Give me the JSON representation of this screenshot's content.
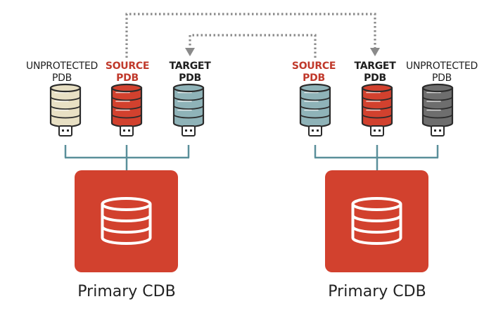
{
  "colors": {
    "connector": "#5a8f9a",
    "arrow": "#8a8a8a",
    "cdb": "#d2412e",
    "source_text": "#c0392b",
    "label_text": "#1f1f1f"
  },
  "left_group": {
    "pdbs": [
      {
        "line1": "UNPROTECTED",
        "line2": "PDB",
        "color": "#e8e0c4",
        "role": "unprotected"
      },
      {
        "line1": "SOURCE",
        "line2": "PDB",
        "color": "#d2412e",
        "role": "source"
      },
      {
        "line1": "TARGET",
        "line2": "PDB",
        "color": "#8fb3b8",
        "role": "target"
      }
    ],
    "cdb_label": "Primary CDB"
  },
  "right_group": {
    "pdbs": [
      {
        "line1": "SOURCE",
        "line2": "PDB",
        "color": "#8fb3b8",
        "role": "source"
      },
      {
        "line1": "TARGET",
        "line2": "PDB",
        "color": "#d2412e",
        "role": "target"
      },
      {
        "line1": "UNPROTECTED",
        "line2": "PDB",
        "color": "#6e6e6e",
        "role": "unprotected"
      }
    ],
    "cdb_label": "Primary CDB"
  }
}
